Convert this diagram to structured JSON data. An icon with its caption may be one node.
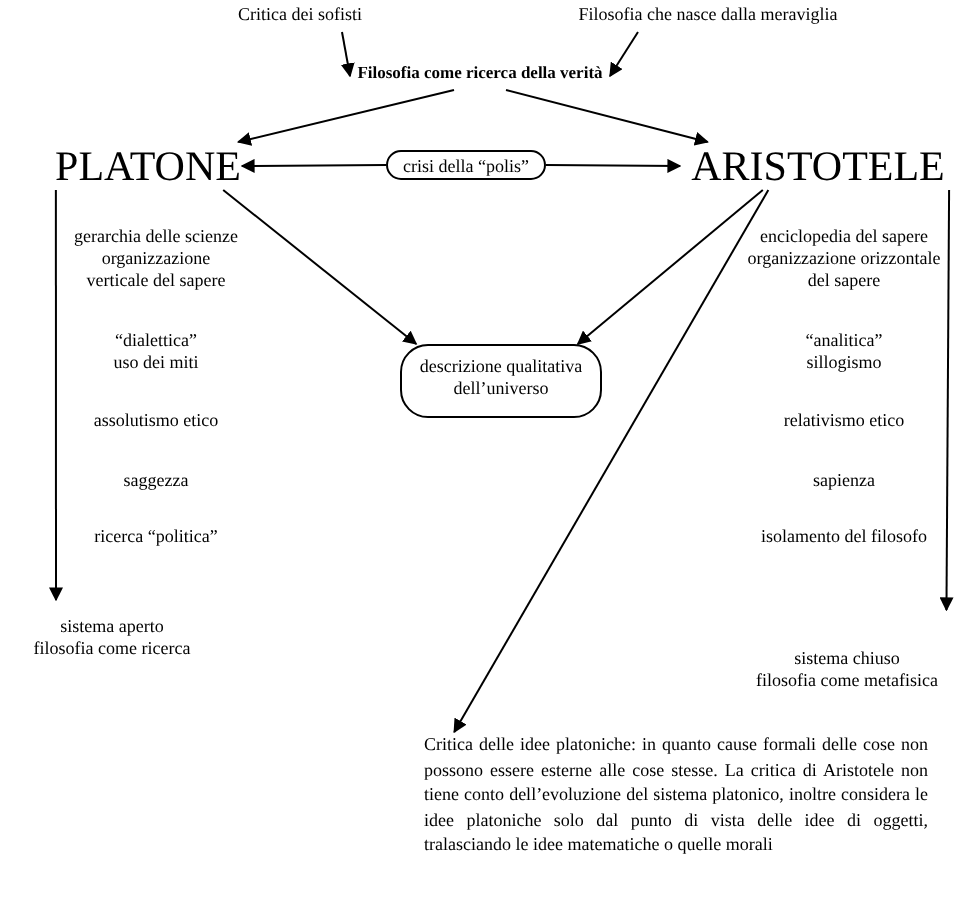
{
  "diagram": {
    "nodes": [
      {
        "text": [
          "Critica dei sofisti"
        ]
      },
      {
        "text": [
          "Filosofia che nasce dalla meraviglia"
        ]
      },
      {
        "text": [
          "Filosofia come ricerca della verità"
        ]
      },
      {
        "text": [
          "PLATONE"
        ]
      },
      {
        "text": [
          "crisi della “polis”"
        ]
      },
      {
        "text": [
          "ARISTOTELE"
        ]
      },
      {
        "text": [
          "descrizione qualitativa dell’universo"
        ]
      },
      {
        "text": [
          "sistema aperto",
          "filosofia come ricerca"
        ]
      },
      {
        "text": [
          "sistema chiuso",
          "filosofia come metafisica"
        ]
      },
      {
        "text": [
          "Critica delle idee platoniche: in quanto cause formali delle cose non possono essere esterne alle cose stesse. La critica di Aristotele non tiene conto dell’evoluzione del sistema platonico, inoltre considera le idee platoniche solo dal punto di vista delle idee di oggetti, tralasciando le idee matematiche o quelle morali"
        ]
      }
    ],
    "edges": [
      {
        "from": 0,
        "to": 2,
        "arrow": "to"
      },
      {
        "from": 1,
        "to": 2,
        "arrow": "to"
      },
      {
        "from": 2,
        "to": 3,
        "arrow": "to"
      },
      {
        "from": 2,
        "to": 5,
        "arrow": "to"
      },
      {
        "from": 4,
        "to": 3,
        "arrow": "to"
      },
      {
        "from": 4,
        "to": 5,
        "arrow": "to"
      },
      {
        "from": 3,
        "to": 6,
        "arrow": "to"
      },
      {
        "from": 5,
        "to": 6,
        "arrow": "to"
      },
      {
        "from": 3,
        "to": 7,
        "arrow": "to"
      },
      {
        "from": 5,
        "to": 8,
        "arrow": "to"
      },
      {
        "from": 5,
        "to": 9,
        "arrow": "to"
      }
    ],
    "labels": [
      "gerarchia delle scienze",
      "organizzazione verticale del sapere",
      "“dialettica”",
      "uso dei miti",
      "assolutismo etico",
      "saggezza",
      "ricerca “politica”",
      "enciclopedia del sapere",
      "organizzazione orizzontale del sapere",
      "“analitica”",
      "sillogismo",
      "relativismo etico",
      "sapienza",
      "isolamento del filosofo"
    ]
  }
}
